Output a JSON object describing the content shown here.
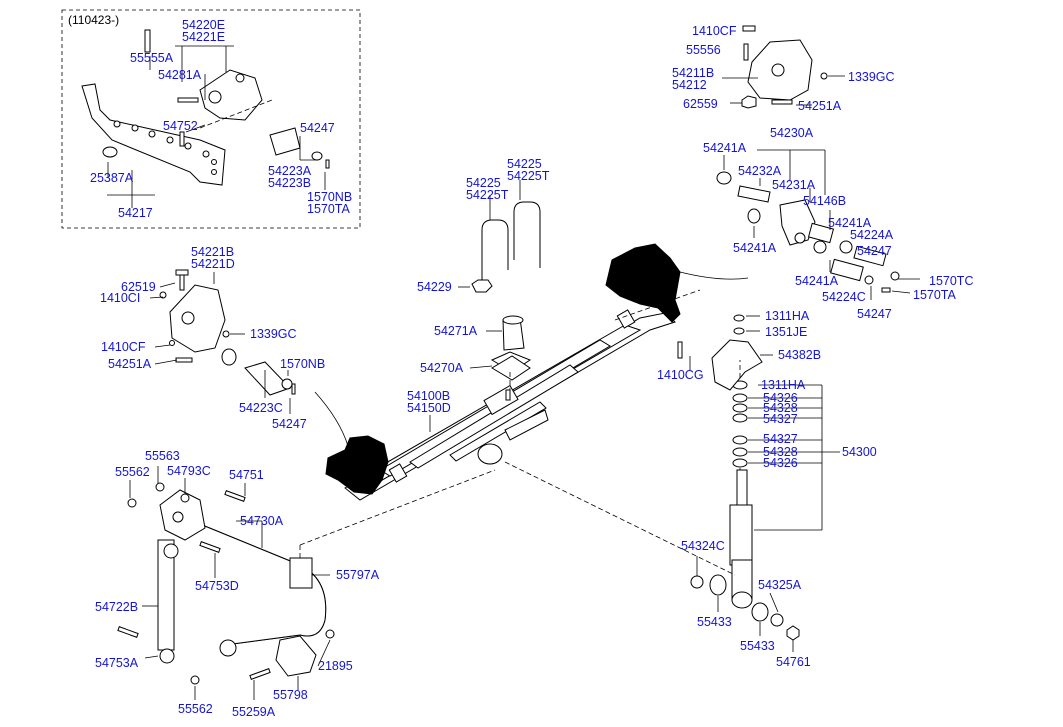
{
  "inset": {
    "note": "(110423-)",
    "labels": [
      "54220E",
      "54221E",
      "55555A",
      "54281A",
      "54752",
      "54247",
      "54223A",
      "54223B",
      "1570NB",
      "1570TA",
      "25387A",
      "54217"
    ]
  },
  "labels": [
    "1410CF",
    "55556",
    "54211B",
    "54212",
    "62559",
    "1339GC",
    "54251A",
    "54230A",
    "54241A",
    "54232A",
    "54231A",
    "54146B",
    "54241A",
    "54224A",
    "54247",
    "54241A",
    "1570TC",
    "54224C",
    "1570TA",
    "54247",
    "54225",
    "54225",
    "54225T",
    "54225T",
    "54229",
    "54221B",
    "54221D",
    "62519",
    "1410CI",
    "1339GC",
    "1410CF",
    "54251A",
    "1570NB",
    "54223C",
    "54247",
    "54271A",
    "54270A",
    "54100B",
    "54150D",
    "1311HA",
    "1351JE",
    "1410CG",
    "54382B",
    "1311HA",
    "54326",
    "54328",
    "54327",
    "54327",
    "54328",
    "54326",
    "54300",
    "54324C",
    "54325A",
    "55433",
    "55433",
    "54761",
    "55563",
    "55562",
    "54793C",
    "54751",
    "54730A",
    "54753D",
    "55797A",
    "54722B",
    "54753A",
    "55562",
    "21895",
    "55798",
    "55259A"
  ]
}
